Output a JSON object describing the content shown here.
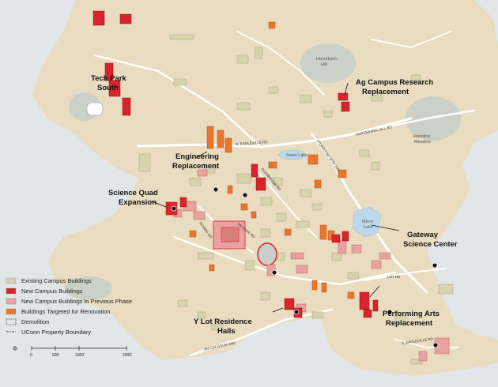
{
  "colors": {
    "water_bg": "#e3e6e8",
    "land": "#e9dcc0",
    "existing": "#d7d3ad",
    "new": "#d8242c",
    "previous_phase": "#e8a2a0",
    "renovation": "#e9772b",
    "road": "#ffffff",
    "field": "#c9cfc8",
    "lake": "#bcd8ea"
  },
  "callouts": {
    "tech_park": [
      "Tech Park",
      "South"
    ],
    "ag_campus": [
      "Ag Campus Research",
      "Replacement"
    ],
    "engineering": [
      "Engineering",
      "Replacement"
    ],
    "science_quad": [
      "Science Quad",
      "Expansion"
    ],
    "gateway": [
      "Gateway",
      "Science Center"
    ],
    "y_lot": [
      "Y Lot Residence",
      "Halls"
    ],
    "performing_arts": [
      "Performing Arts",
      "Replacement"
    ]
  },
  "places": {
    "horsebarn_hill": [
      "Horsebarn",
      "Hill"
    ],
    "valentine_meadow": [
      "Valentine",
      "Meadow"
    ],
    "swan_lake": "Swan Lake",
    "mirror_lake": [
      "Mirror",
      "Lake"
    ]
  },
  "roads": {
    "n_eagleville": "N. EAGLEVILLE RD",
    "horsebarn_hill_rd": "HORSEBARN HILL RD",
    "storrs_rd": "STORRS RD (RTE 195)",
    "glenbrook": "GLENBROOK RD",
    "alumni": "ALUMNI DR",
    "hillside": "HILLSIDE RD",
    "jim_calhoun": "JIM CALHOUN WAY",
    "lot_rd": "LOT RD",
    "s_eagleville": "S. EAGLEVILLE RD"
  },
  "legend": {
    "items": [
      {
        "label": "Existing Campus Buildings",
        "color": "#d7d3ad"
      },
      {
        "label": "New Campus Buildings",
        "color": "#d8242c"
      },
      {
        "label": "New Campus Buildings in Previous Phase",
        "color": "#e8a2a0"
      },
      {
        "label": "Buildings Targeted for Renovation",
        "color": "#e9772b"
      }
    ],
    "demolition": "Demolition",
    "boundary": "UConn Property Boundary"
  },
  "scale": {
    "labels": [
      "0",
      "500'",
      "1000'",
      "2000'"
    ]
  }
}
